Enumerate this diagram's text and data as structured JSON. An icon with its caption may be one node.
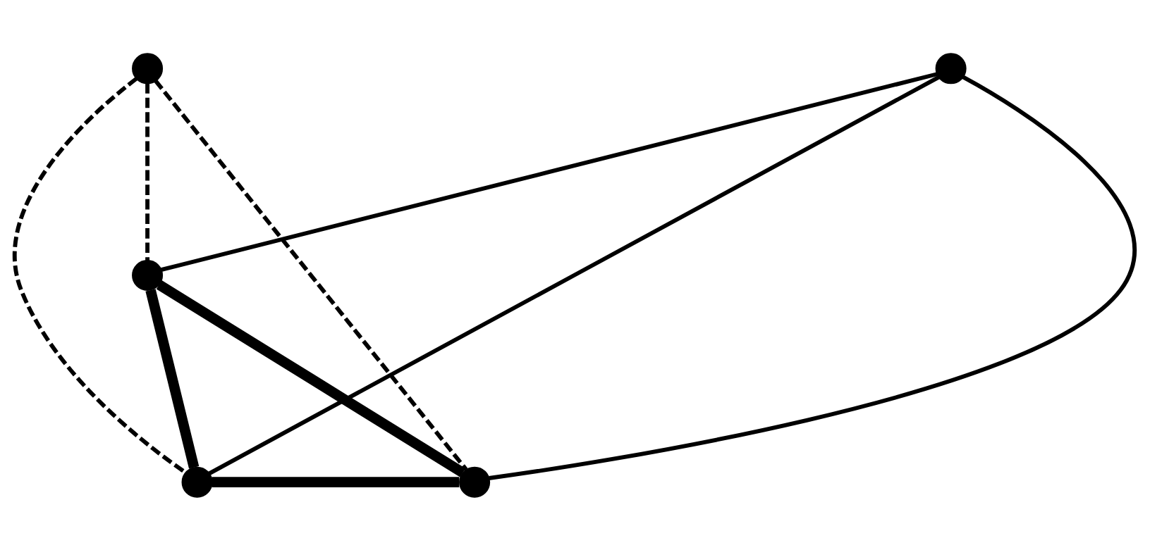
{
  "diagram": {
    "nodes": [
      {
        "text": [],
        "shape": "circle"
      },
      {
        "text": [],
        "shape": "circle"
      },
      {
        "text": [],
        "shape": "circle"
      },
      {
        "text": [],
        "shape": "circle"
      },
      {
        "text": [],
        "shape": "circle"
      }
    ],
    "edges": [
      {
        "from": 0,
        "to": 3,
        "arrow": "none",
        "style": "thick"
      },
      {
        "from": 0,
        "to": 4,
        "arrow": "none",
        "style": "thick"
      },
      {
        "from": 3,
        "to": 4,
        "arrow": "none",
        "style": "thick"
      },
      {
        "from": 1,
        "to": 0,
        "arrow": "none"
      },
      {
        "from": 1,
        "to": 3,
        "arrow": "none"
      },
      {
        "from": 1,
        "to": 4,
        "arrow": "none"
      },
      {
        "from": 2,
        "to": 0,
        "arrow": "none",
        "style": "dashed"
      },
      {
        "from": 2,
        "to": 3,
        "arrow": "none",
        "style": "dashed"
      },
      {
        "from": 2,
        "to": 4,
        "arrow": "none",
        "style": "dashed"
      }
    ]
  }
}
